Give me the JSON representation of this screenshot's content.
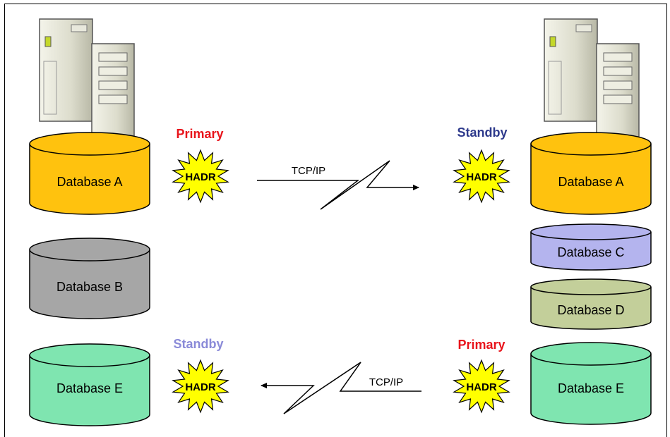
{
  "left_site": {
    "databases": [
      {
        "label": "Database A",
        "color": "#ffc20e"
      },
      {
        "label": "Database B",
        "color": "#a6a6a6"
      },
      {
        "label": "Database E",
        "color": "#7fe5b0"
      }
    ],
    "roles": {
      "top": "Primary",
      "bottom": "Standby"
    },
    "hadr_top": "HADR",
    "hadr_bottom": "HADR"
  },
  "right_site": {
    "databases": [
      {
        "label": "Database A",
        "color": "#ffc20e"
      },
      {
        "label": "Database C",
        "color": "#b4b4ee"
      },
      {
        "label": "Database D",
        "color": "#c3cf9a"
      },
      {
        "label": "Database E",
        "color": "#7fe5b0"
      }
    ],
    "roles": {
      "top": "Standby",
      "bottom": "Primary"
    },
    "hadr_top": "HADR",
    "hadr_bottom": "HADR"
  },
  "links": {
    "top": "TCP/IP",
    "bottom": "TCP/IP"
  },
  "colors": {
    "primary": "#e8141b",
    "standby_top": "#2e3a8c",
    "standby_bottom": "#8a8ad8",
    "hadr_fill": "#ffff00"
  }
}
